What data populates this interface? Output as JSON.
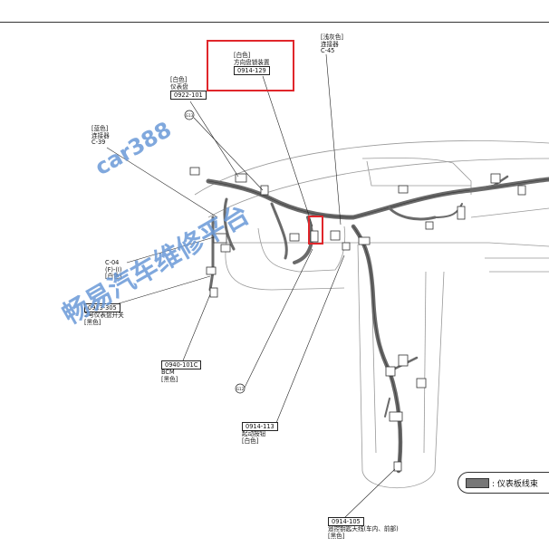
{
  "labels": {
    "steering_lock": {
      "color": "[白色]",
      "name": "方向盘锁装置",
      "code": "0914-129"
    },
    "connector_c45": {
      "color": "[浅灰色]",
      "name": "连接器",
      "code": "C-45"
    },
    "instrument_panel": {
      "color": "[白色]",
      "name": "仪表盘",
      "code": "0922-101"
    },
    "connector_c39": {
      "color": "[蓝色]",
      "name": "连接器",
      "code": "C-39"
    },
    "c04": {
      "code": "C-04",
      "sub": "(F)-(I)",
      "color": "[白色]"
    },
    "switch_2": {
      "code": "0913-305",
      "name": "2号仪表盘开关",
      "color": "[黑色]"
    },
    "bcm": {
      "code": "0940-101C",
      "name": "BCM",
      "color": "[黑色]"
    },
    "start_button": {
      "code": "0914-113",
      "name": "起动按钮",
      "color": "[白色]"
    },
    "antenna": {
      "code": "0914-105",
      "name": "遥控钥匙天线(车内、前部)",
      "color": "[黑色]"
    }
  },
  "ground_points": {
    "g1": "G13",
    "g2": "G12"
  },
  "legend": {
    "text": ": 仪表板线束",
    "swatch_color": "#777777"
  },
  "watermark": {
    "line1": "car388",
    "line2": "畅易汽车维修平台",
    "color": "#6a9ad8"
  }
}
